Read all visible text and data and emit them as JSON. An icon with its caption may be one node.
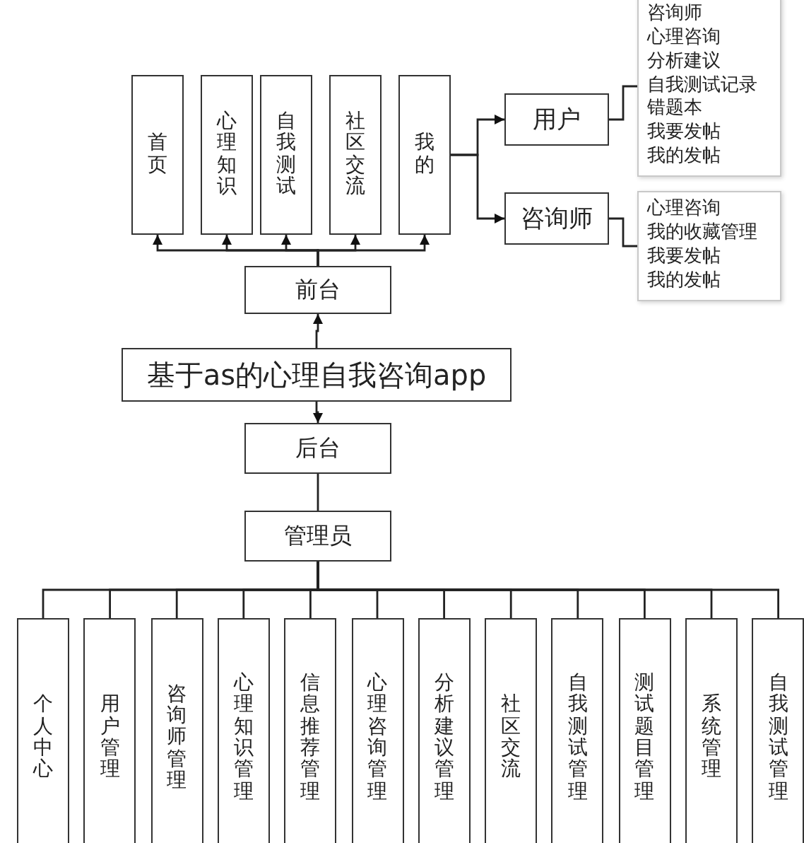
{
  "diagram": {
    "nodes": [
      {
        "text": [
          "首页"
        ]
      },
      {
        "text": [
          "心理知识"
        ]
      },
      {
        "text": [
          "自我测试"
        ]
      },
      {
        "text": [
          "社区交流"
        ]
      },
      {
        "text": [
          "我的"
        ]
      },
      {
        "text": [
          "用户"
        ]
      },
      {
        "text": [
          "咨询师",
          "心理咨询",
          "分析建议",
          "自我测试记录",
          "错题本",
          "我要发帖",
          "我的发帖"
        ]
      },
      {
        "text": [
          "咨询师"
        ]
      },
      {
        "text": [
          "心理咨询",
          "我的收藏管理",
          "我要发帖",
          "我的发帖"
        ]
      },
      {
        "text": [
          "前台"
        ]
      },
      {
        "text": [
          "基于as的心理自我咨询app"
        ]
      },
      {
        "text": [
          "后台"
        ]
      },
      {
        "text": [
          "管理员"
        ]
      },
      {
        "text": [
          "个人中心"
        ]
      },
      {
        "text": [
          "用户管理"
        ]
      },
      {
        "text": [
          "咨询师管理"
        ]
      },
      {
        "text": [
          "心理知识管理"
        ]
      },
      {
        "text": [
          "信息推荐管理"
        ]
      },
      {
        "text": [
          "心理咨询管理"
        ]
      },
      {
        "text": [
          "分析建议管理"
        ]
      },
      {
        "text": [
          "社区交流"
        ]
      },
      {
        "text": [
          "自我测试管理"
        ]
      },
      {
        "text": [
          "测试题目管理"
        ]
      },
      {
        "text": [
          "系统管理"
        ]
      },
      {
        "text": [
          "自我测试管理"
        ]
      }
    ],
    "edges": [
      {
        "from": 9,
        "to": 0,
        "arrow": "to"
      },
      {
        "from": 9,
        "to": 1,
        "arrow": "to"
      },
      {
        "from": 9,
        "to": 2,
        "arrow": "to"
      },
      {
        "from": 9,
        "to": 3,
        "arrow": "to"
      },
      {
        "from": 9,
        "to": 4,
        "arrow": "to"
      },
      {
        "from": 4,
        "to": 5,
        "arrow": "to"
      },
      {
        "from": 4,
        "to": 7,
        "arrow": "to"
      },
      {
        "from": 5,
        "to": 6,
        "arrow": "none"
      },
      {
        "from": 7,
        "to": 8,
        "arrow": "none"
      },
      {
        "from": 10,
        "to": 9,
        "arrow": "to"
      },
      {
        "from": 10,
        "to": 11,
        "arrow": "to"
      },
      {
        "from": 11,
        "to": 12,
        "arrow": "none"
      },
      {
        "from": 12,
        "to": 13,
        "arrow": "none"
      },
      {
        "from": 12,
        "to": 14,
        "arrow": "none"
      },
      {
        "from": 12,
        "to": 15,
        "arrow": "none"
      },
      {
        "from": 12,
        "to": 16,
        "arrow": "none"
      },
      {
        "from": 12,
        "to": 17,
        "arrow": "none"
      },
      {
        "from": 12,
        "to": 18,
        "arrow": "none"
      },
      {
        "from": 12,
        "to": 19,
        "arrow": "none"
      },
      {
        "from": 12,
        "to": 20,
        "arrow": "none"
      },
      {
        "from": 12,
        "to": 21,
        "arrow": "none"
      },
      {
        "from": 12,
        "to": 22,
        "arrow": "none"
      },
      {
        "from": 12,
        "to": 23,
        "arrow": "none"
      },
      {
        "from": 12,
        "to": 24,
        "arrow": "none"
      }
    ]
  }
}
